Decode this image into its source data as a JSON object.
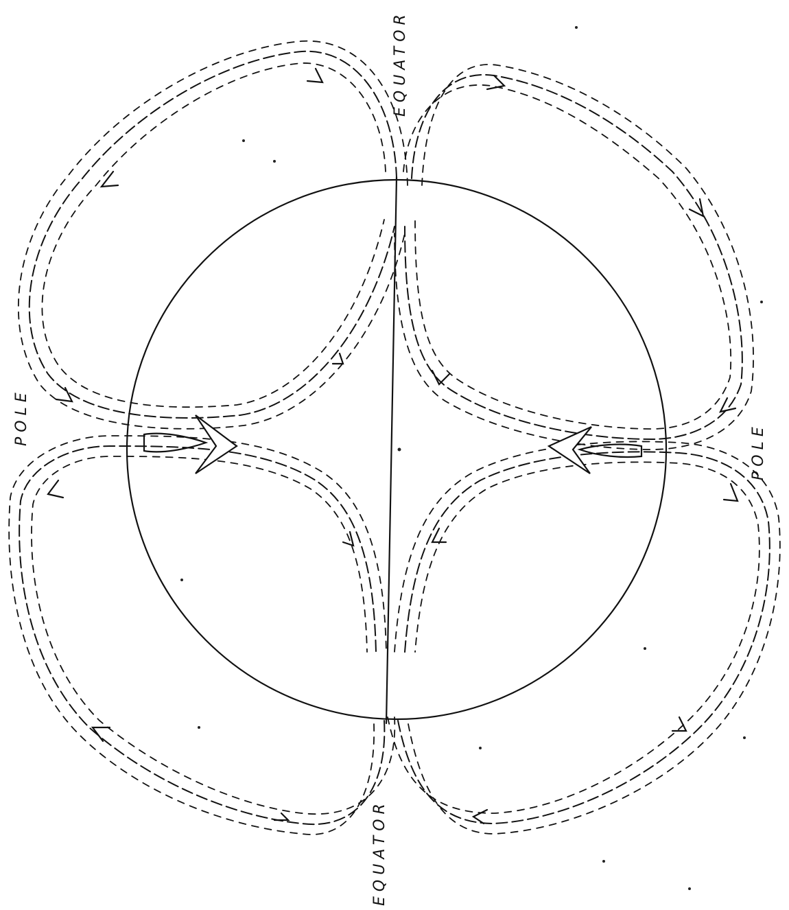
{
  "labels": {
    "equator_top": "EQUATOR",
    "equator_bottom": "EQUATOR",
    "pole_left": "POLE",
    "pole_right": "POLE"
  }
}
